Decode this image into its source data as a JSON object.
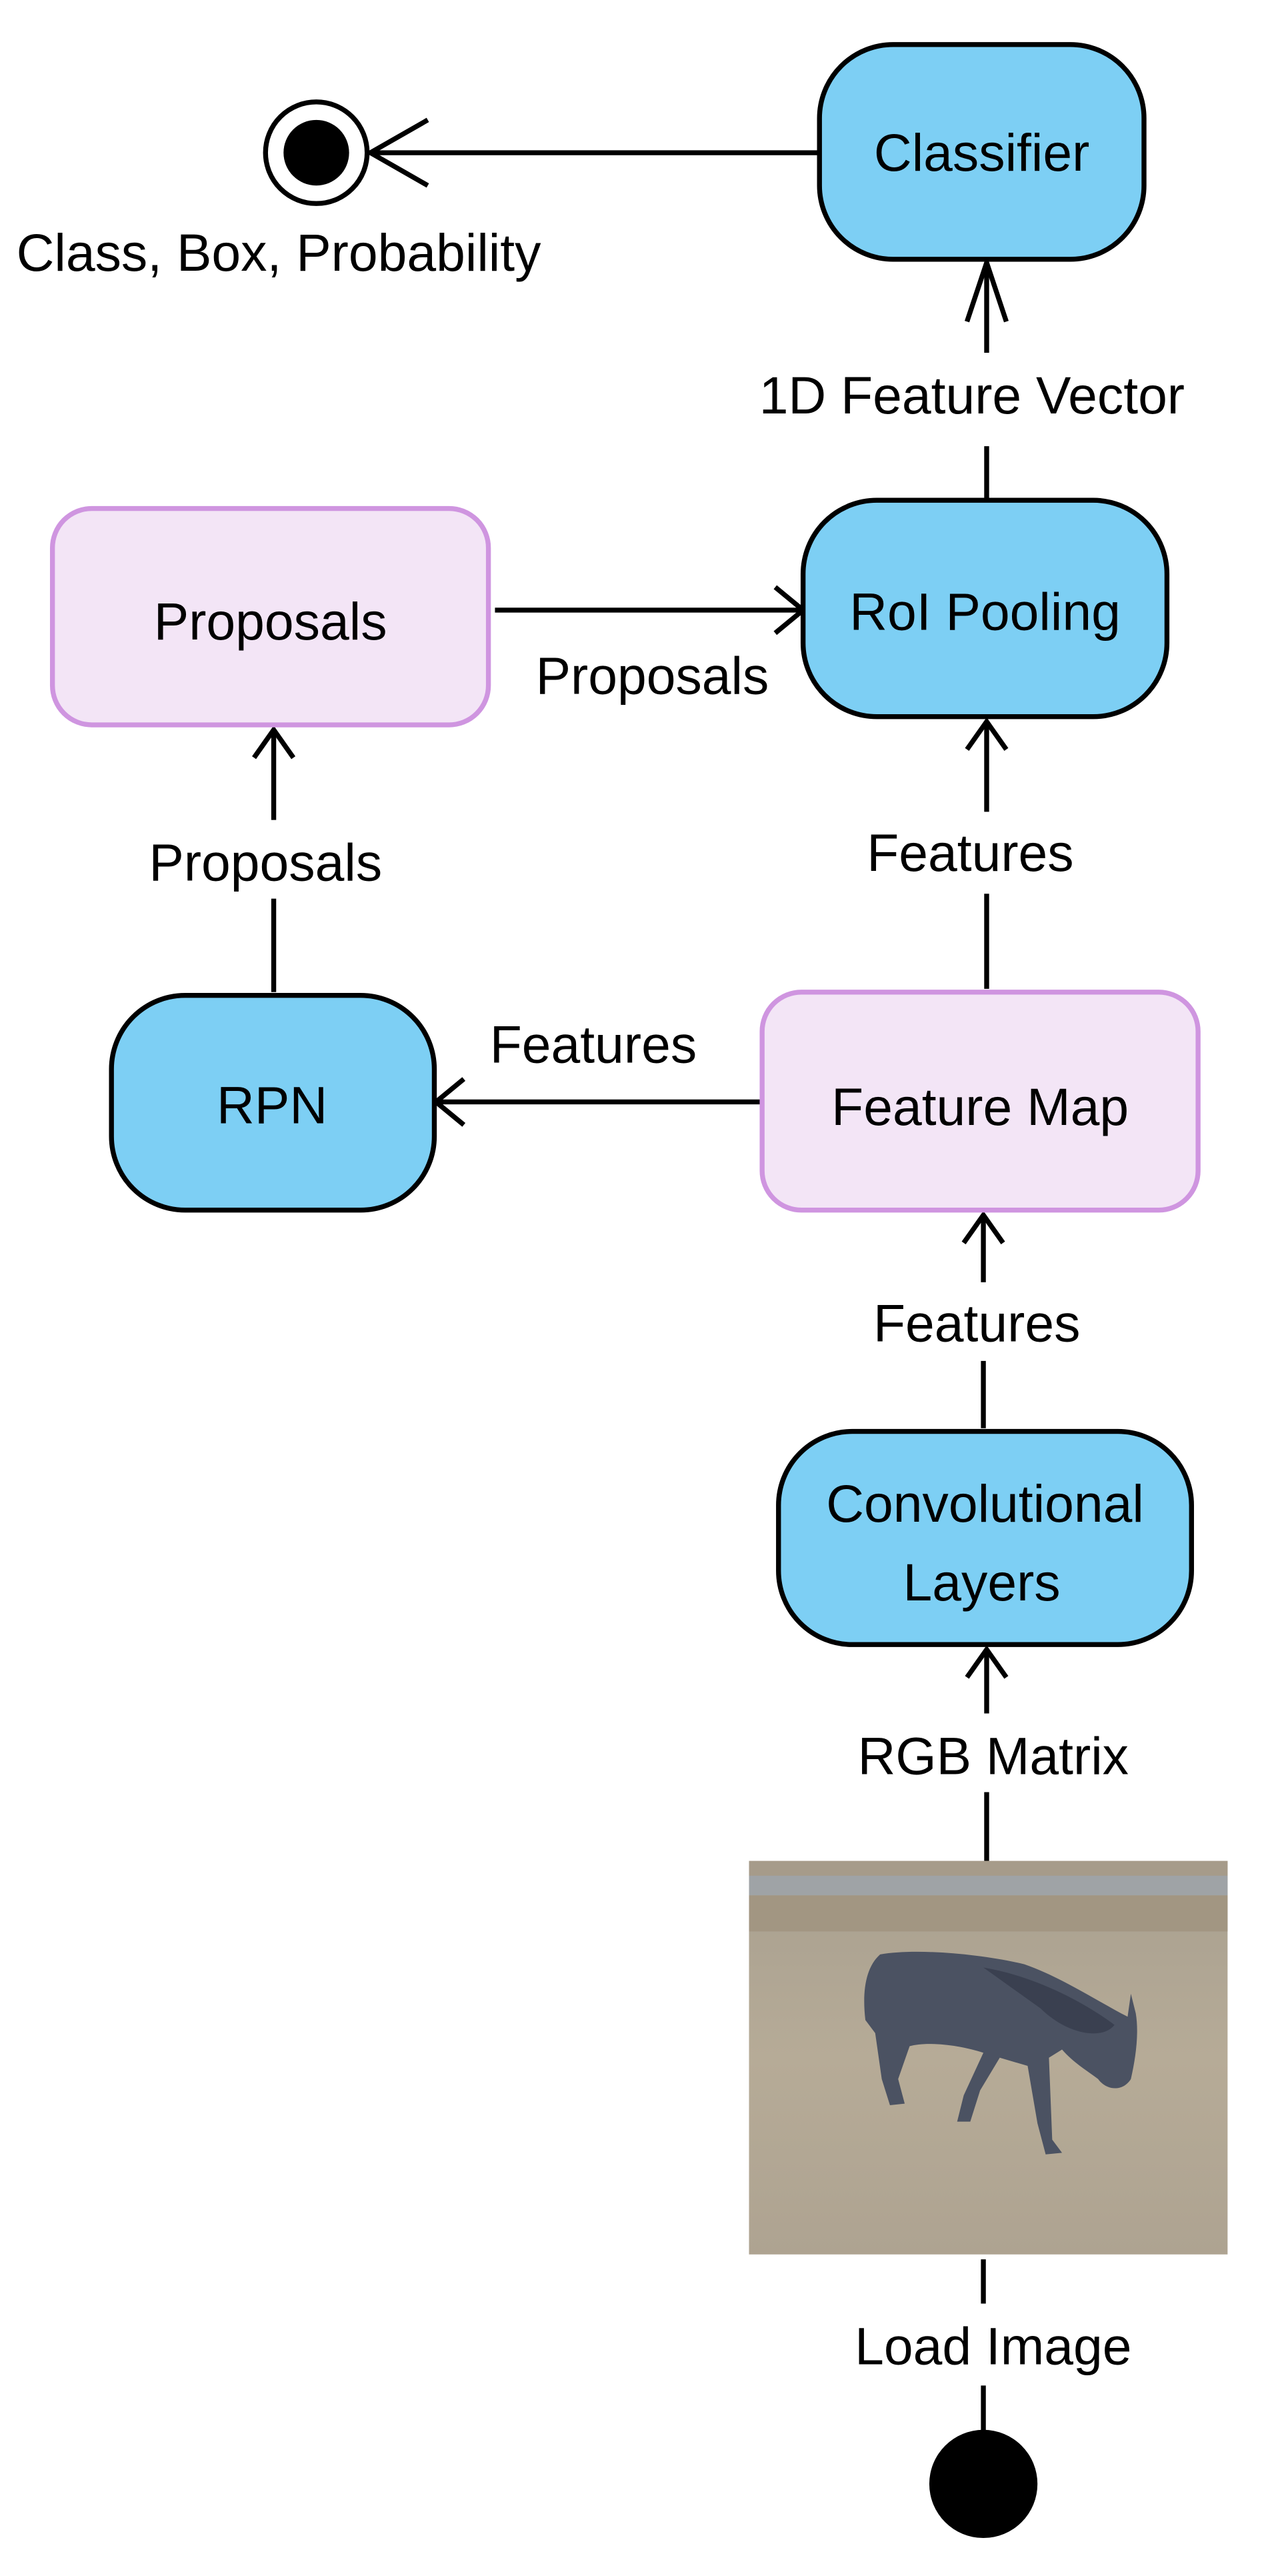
{
  "colors": {
    "action_fill": "#7dcff4",
    "action_stroke": "#000000",
    "object_fill": "#f3e5f6",
    "object_stroke": "#cf95e0"
  },
  "nodes": {
    "final": {
      "label": "Class, Box, Probability",
      "icon": "final-node-icon"
    },
    "classifier": {
      "label": "Classifier"
    },
    "roi_pooling": {
      "label": "RoI Pooling"
    },
    "proposals_obj": {
      "label": "Proposals"
    },
    "rpn": {
      "label": "RPN"
    },
    "feature_map": {
      "label": "Feature Map"
    },
    "conv": {
      "line1": "Convolutional",
      "line2": "Layers"
    },
    "image": {
      "description_icon": "wildebeest-photo"
    },
    "initial": {
      "icon": "initial-node-icon"
    }
  },
  "edges": {
    "classifier_to_final": "",
    "roi_to_classifier": "1D Feature Vector",
    "proposals_to_roi": "Proposals",
    "rpn_to_proposals": "Proposals",
    "fm_to_rpn": "Features",
    "fm_to_roi": "Features",
    "conv_to_fm": "Features",
    "image_to_conv": "RGB Matrix",
    "initial_to_image": "Load Image"
  }
}
